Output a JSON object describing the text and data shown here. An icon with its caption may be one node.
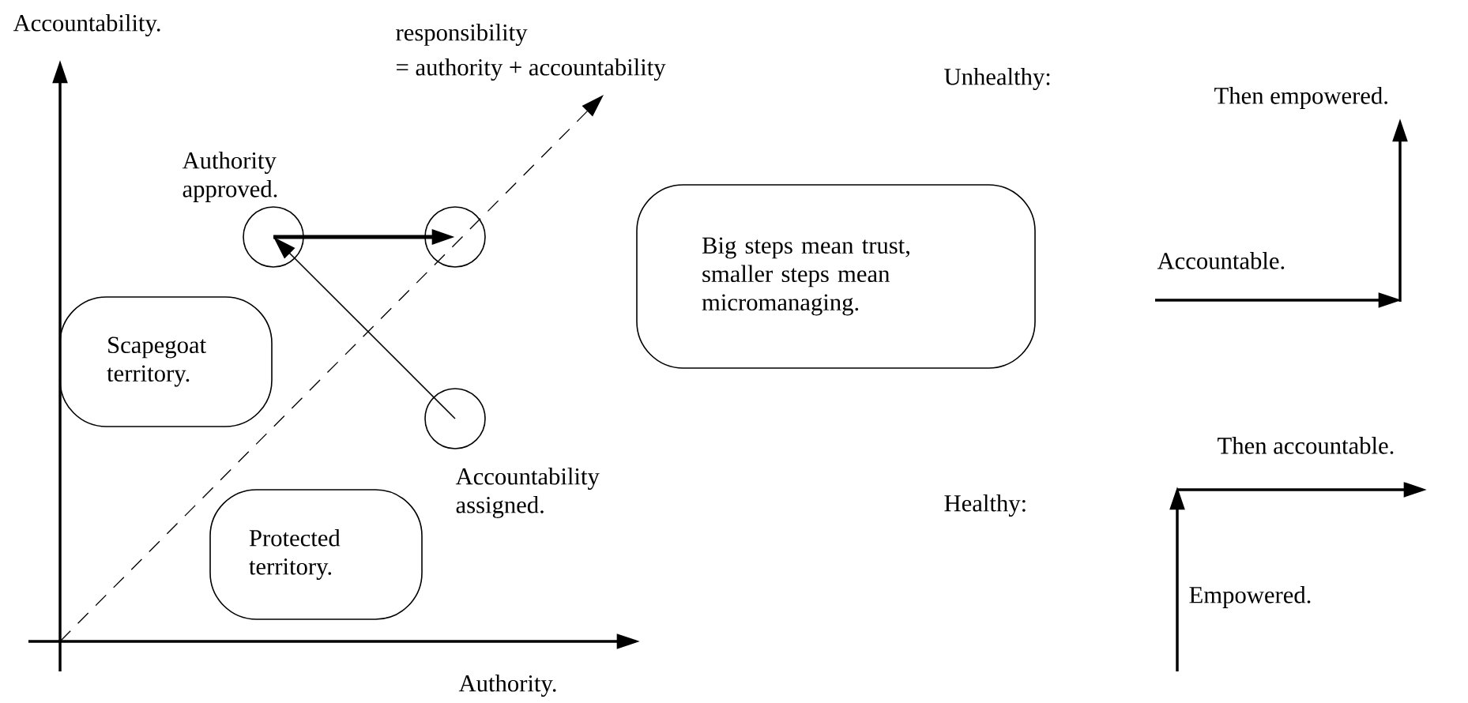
{
  "diagram": {
    "nodes": [
      {
        "text": [],
        "shape": "circle",
        "beside": [
          "Authority approved."
        ]
      },
      {
        "text": [],
        "shape": "circle"
      },
      {
        "text": [],
        "shape": "circle",
        "beside": [
          "Accountability assigned."
        ]
      },
      {
        "text": [
          "Scapegoat territory."
        ]
      },
      {
        "text": [
          "Protected territory."
        ]
      },
      {
        "text": [
          "Big steps mean trust, smaller steps mean micromanaging."
        ]
      }
    ],
    "edges": [
      {
        "from": 0,
        "to": 1,
        "arrow": "to",
        "style": "thick"
      },
      {
        "from": 2,
        "to": 0,
        "arrow": "to"
      }
    ],
    "labels": [
      "Accountability.",
      "responsibility",
      "= authority + accountability",
      "Unhealthy:",
      "Then empowered.",
      "Accountable.",
      "Then accountable.",
      "Healthy:",
      "Empowered.",
      "Authority."
    ]
  }
}
